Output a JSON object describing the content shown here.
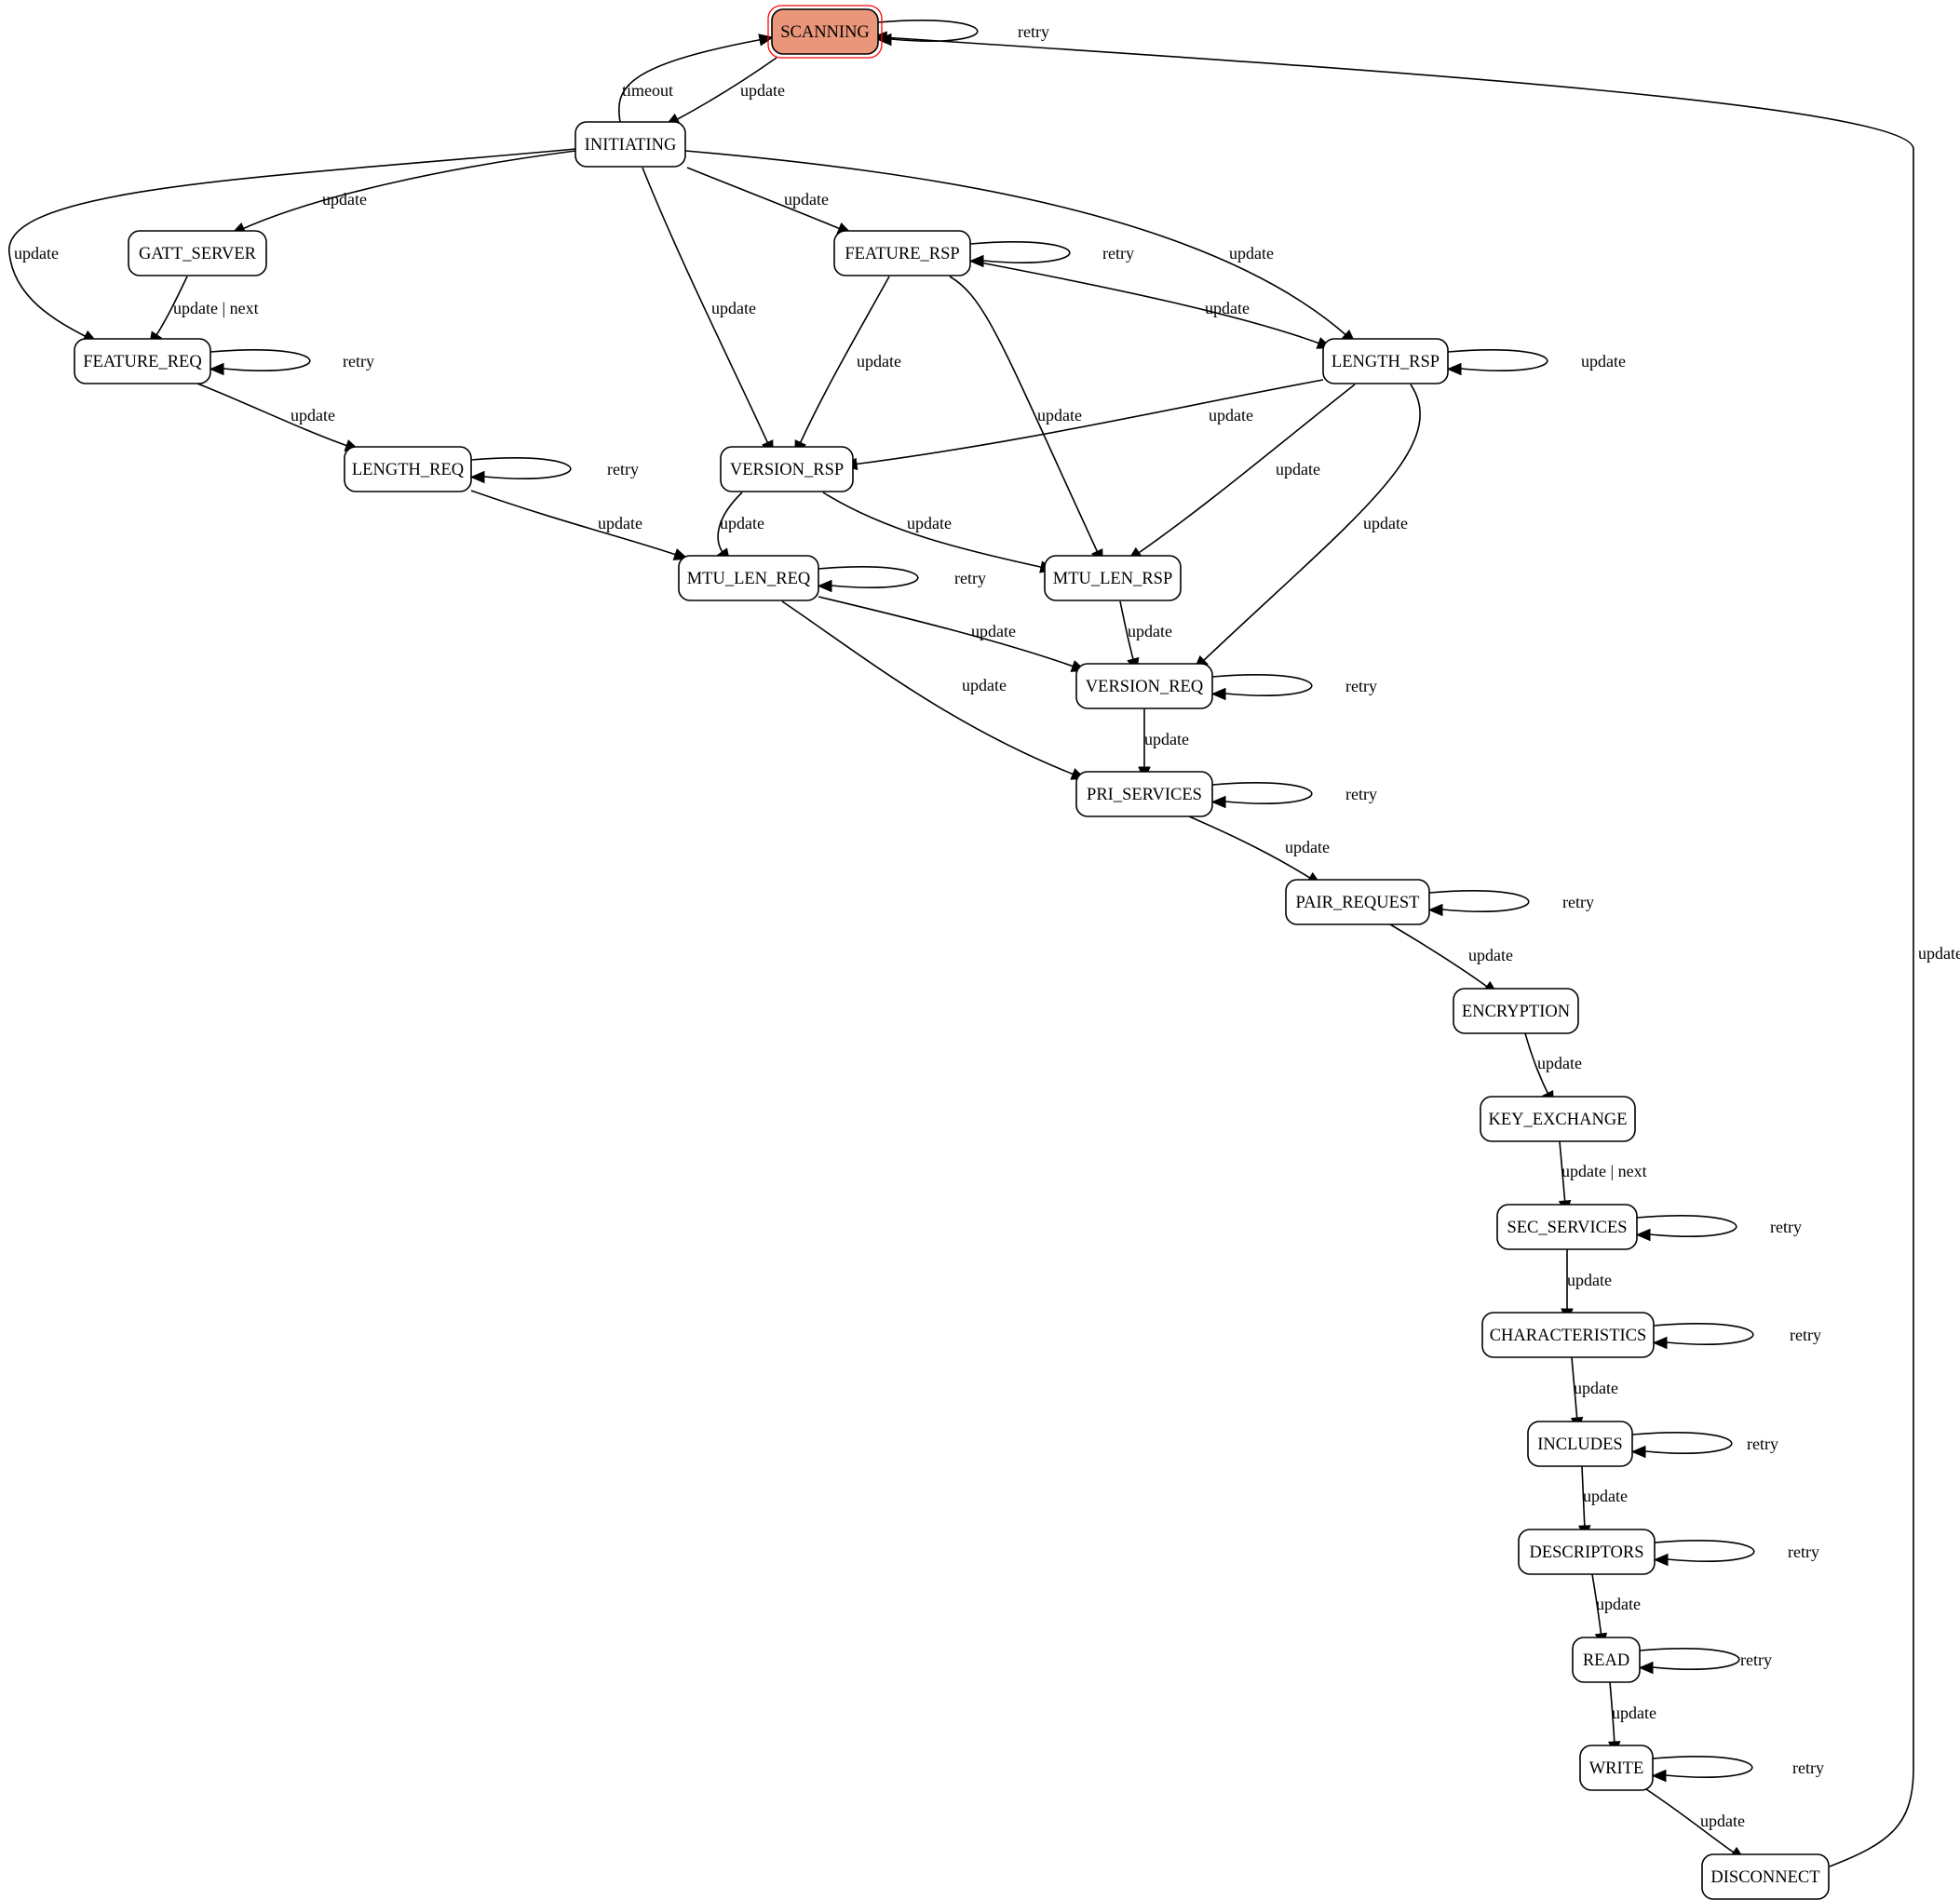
{
  "initial_color": "#e9967a",
  "initial_ring_color": "#ff0000",
  "nodes": {
    "scanning": "SCANNING",
    "initiating": "INITIATING",
    "gatt_server": "GATT_SERVER",
    "feature_rsp": "FEATURE_RSP",
    "feature_req": "FEATURE_REQ",
    "length_rsp": "LENGTH_RSP",
    "length_req": "LENGTH_REQ",
    "version_rsp": "VERSION_RSP",
    "mtu_len_req": "MTU_LEN_REQ",
    "mtu_len_rsp": "MTU_LEN_RSP",
    "version_req": "VERSION_REQ",
    "pri_services": "PRI_SERVICES",
    "pair_request": "PAIR_REQUEST",
    "encryption": "ENCRYPTION",
    "key_exchange": "KEY_EXCHANGE",
    "sec_services": "SEC_SERVICES",
    "characteristics": "CHARACTERISTICS",
    "includes": "INCLUDES",
    "descriptors": "DESCRIPTORS",
    "read": "READ",
    "write": "WRITE",
    "disconnect": "DISCONNECT"
  },
  "edges": [
    {
      "from": "scanning",
      "to": "scanning",
      "label": "retry"
    },
    {
      "from": "scanning",
      "to": "initiating",
      "label": "update"
    },
    {
      "from": "initiating",
      "to": "scanning",
      "label": "timeout"
    },
    {
      "from": "initiating",
      "to": "feature_req",
      "label": "update"
    },
    {
      "from": "initiating",
      "to": "gatt_server",
      "label": "update"
    },
    {
      "from": "initiating",
      "to": "feature_rsp",
      "label": "update"
    },
    {
      "from": "initiating",
      "to": "version_rsp",
      "label": "update"
    },
    {
      "from": "initiating",
      "to": "length_rsp",
      "label": "update"
    },
    {
      "from": "gatt_server",
      "to": "feature_req",
      "label": "update | next"
    },
    {
      "from": "feature_rsp",
      "to": "feature_rsp",
      "label": "retry"
    },
    {
      "from": "feature_rsp",
      "to": "version_rsp",
      "label": "update"
    },
    {
      "from": "feature_rsp",
      "to": "mtu_len_rsp",
      "label": "update"
    },
    {
      "from": "feature_rsp",
      "to": "length_rsp",
      "label": "update"
    },
    {
      "from": "feature_req",
      "to": "feature_req",
      "label": "retry"
    },
    {
      "from": "feature_req",
      "to": "length_req",
      "label": "update"
    },
    {
      "from": "length_rsp",
      "to": "length_rsp",
      "label": "update"
    },
    {
      "from": "length_rsp",
      "to": "version_rsp",
      "label": "update"
    },
    {
      "from": "length_rsp",
      "to": "mtu_len_rsp",
      "label": "update"
    },
    {
      "from": "length_rsp",
      "to": "version_req",
      "label": "update"
    },
    {
      "from": "length_req",
      "to": "length_req",
      "label": "retry"
    },
    {
      "from": "length_req",
      "to": "mtu_len_req",
      "label": "update"
    },
    {
      "from": "version_rsp",
      "to": "mtu_len_req",
      "label": "update"
    },
    {
      "from": "version_rsp",
      "to": "mtu_len_rsp",
      "label": "update"
    },
    {
      "from": "mtu_len_req",
      "to": "mtu_len_req",
      "label": "retry"
    },
    {
      "from": "mtu_len_req",
      "to": "version_req",
      "label": "update"
    },
    {
      "from": "mtu_len_req",
      "to": "pri_services",
      "label": "update"
    },
    {
      "from": "mtu_len_rsp",
      "to": "version_req",
      "label": "update"
    },
    {
      "from": "version_req",
      "to": "version_req",
      "label": "retry"
    },
    {
      "from": "version_req",
      "to": "pri_services",
      "label": "update"
    },
    {
      "from": "pri_services",
      "to": "pri_services",
      "label": "retry"
    },
    {
      "from": "pri_services",
      "to": "pair_request",
      "label": "update"
    },
    {
      "from": "pair_request",
      "to": "pair_request",
      "label": "retry"
    },
    {
      "from": "pair_request",
      "to": "encryption",
      "label": "update"
    },
    {
      "from": "encryption",
      "to": "key_exchange",
      "label": "update"
    },
    {
      "from": "key_exchange",
      "to": "sec_services",
      "label": "update | next"
    },
    {
      "from": "sec_services",
      "to": "sec_services",
      "label": "retry"
    },
    {
      "from": "sec_services",
      "to": "characteristics",
      "label": "update"
    },
    {
      "from": "characteristics",
      "to": "characteristics",
      "label": "retry"
    },
    {
      "from": "characteristics",
      "to": "includes",
      "label": "update"
    },
    {
      "from": "includes",
      "to": "includes",
      "label": "retry"
    },
    {
      "from": "includes",
      "to": "descriptors",
      "label": "update"
    },
    {
      "from": "descriptors",
      "to": "descriptors",
      "label": "retry"
    },
    {
      "from": "descriptors",
      "to": "read",
      "label": "update"
    },
    {
      "from": "read",
      "to": "read",
      "label": "retry"
    },
    {
      "from": "read",
      "to": "write",
      "label": "update"
    },
    {
      "from": "write",
      "to": "write",
      "label": "retry"
    },
    {
      "from": "write",
      "to": "disconnect",
      "label": "update"
    },
    {
      "from": "disconnect",
      "to": "scanning",
      "label": "update"
    }
  ]
}
